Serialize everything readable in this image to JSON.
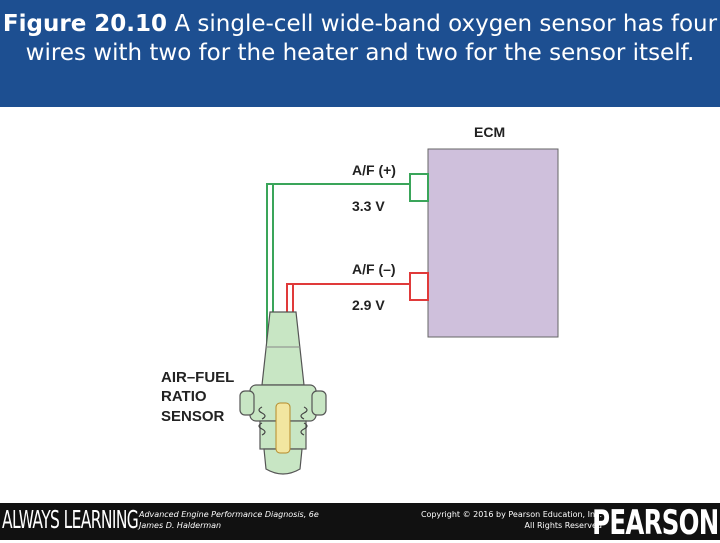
{
  "header": {
    "figure_number": "Figure 20.10",
    "caption": " A single-cell wide-band oxygen sensor has four wires with two for the heater and two for the sensor itself."
  },
  "diagram": {
    "ecm_label": "ECM",
    "af_plus_label": "A/F (+)",
    "af_plus_voltage": "3.3 V",
    "af_minus_label": "A/F (–)",
    "af_minus_voltage": "2.9 V",
    "sensor_label_1": "AIR–FUEL",
    "sensor_label_2": "RATIO",
    "sensor_label_3": "SENSOR",
    "colors": {
      "ecm_fill": "#cfc0dc",
      "plus_wire": "#3aa55a",
      "minus_wire": "#e03a3a",
      "sensor_body": "#c8e6c4",
      "header_bg": "#1d4f91"
    }
  },
  "footer": {
    "always_learning": "ALWAYS LEARNING",
    "book_title": "Advanced Engine Performance Diagnosis, 6e",
    "book_author": "James D. Halderman",
    "copyright_line1": "Copyright © 2016 by Pearson Education, Inc.",
    "copyright_line2": "All Rights Reserved",
    "publisher": "PEARSON"
  }
}
